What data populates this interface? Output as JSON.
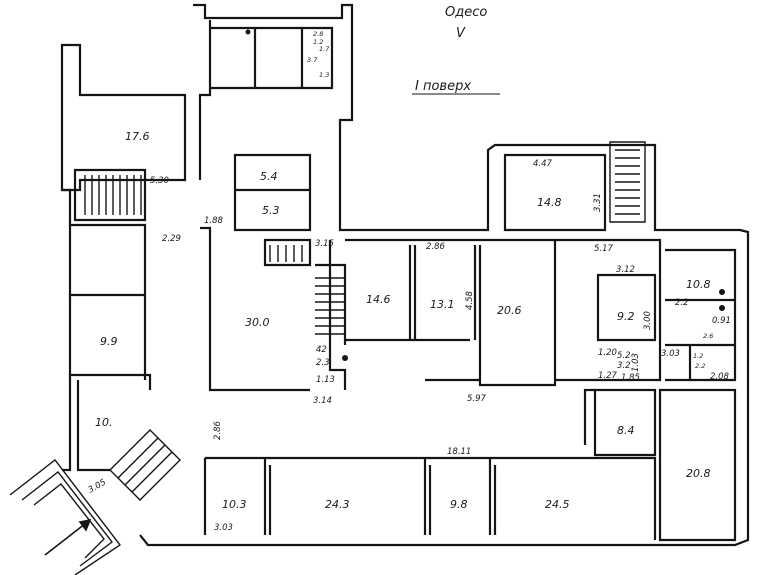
{
  "header": {
    "city": "Одесо",
    "sheet": "V",
    "floor": "I поверх"
  },
  "rooms": [
    {
      "id": "r1",
      "area": "17.6"
    },
    {
      "id": "r2",
      "area": "5.4"
    },
    {
      "id": "r3",
      "area": "5.3"
    },
    {
      "id": "r4",
      "area": "30.0"
    },
    {
      "id": "r5",
      "area": "9.9"
    },
    {
      "id": "r6",
      "area": "10."
    },
    {
      "id": "r7",
      "area": "14.6"
    },
    {
      "id": "r8",
      "area": "13.1"
    },
    {
      "id": "r9",
      "area": "20.6"
    },
    {
      "id": "r10",
      "area": "14.8"
    },
    {
      "id": "r11",
      "area": "9.2"
    },
    {
      "id": "r12",
      "area": "10.8"
    },
    {
      "id": "r13",
      "area": "8.4"
    },
    {
      "id": "r14",
      "area": "20.8"
    },
    {
      "id": "r15",
      "area": "10.3"
    },
    {
      "id": "r16",
      "area": "24.3"
    },
    {
      "id": "r17",
      "area": "9.8"
    },
    {
      "id": "r18",
      "area": "24.5"
    }
  ],
  "dimensions": [
    {
      "id": "d1",
      "text": "5.30"
    },
    {
      "id": "d2",
      "text": "1.88"
    },
    {
      "id": "d3",
      "text": "2.29"
    },
    {
      "id": "d4",
      "text": "3.15"
    },
    {
      "id": "d5",
      "text": "2.86"
    },
    {
      "id": "d6",
      "text": "4.58"
    },
    {
      "id": "d7",
      "text": "4.47"
    },
    {
      "id": "d8",
      "text": "3.31"
    },
    {
      "id": "d9",
      "text": "5.17"
    },
    {
      "id": "d10",
      "text": "3.12"
    },
    {
      "id": "d11",
      "text": "2.2"
    },
    {
      "id": "d12",
      "text": "0.91"
    },
    {
      "id": "d13",
      "text": "3.00"
    },
    {
      "id": "d14",
      "text": "1.20"
    },
    {
      "id": "d15",
      "text": "1.03"
    },
    {
      "id": "d16",
      "text": "3.03"
    },
    {
      "id": "d17",
      "text": "1.27"
    },
    {
      "id": "d18",
      "text": "1.85"
    },
    {
      "id": "d19",
      "text": "2.08"
    },
    {
      "id": "d20",
      "text": "3.14"
    },
    {
      "id": "d21",
      "text": "5.97"
    },
    {
      "id": "d22",
      "text": "1.13"
    },
    {
      "id": "d23",
      "text": "2.3"
    },
    {
      "id": "d24",
      "text": "18.11"
    },
    {
      "id": "d25",
      "text": "2.86"
    },
    {
      "id": "d26",
      "text": "3.03"
    },
    {
      "id": "d27",
      "text": "3.05"
    },
    {
      "id": "d28",
      "text": "42"
    },
    {
      "id": "d29",
      "text": "5.2"
    },
    {
      "id": "d30",
      "text": "3.2"
    }
  ],
  "small_labels": [
    {
      "id": "s1",
      "text": "2.8"
    },
    {
      "id": "s2",
      "text": "1.2"
    },
    {
      "id": "s3",
      "text": "1.7"
    },
    {
      "id": "s4",
      "text": "3.7"
    },
    {
      "id": "s5",
      "text": "1.3"
    },
    {
      "id": "s6",
      "text": "2.6"
    },
    {
      "id": "s7",
      "text": "1.2"
    },
    {
      "id": "s8",
      "text": "2.2"
    }
  ]
}
